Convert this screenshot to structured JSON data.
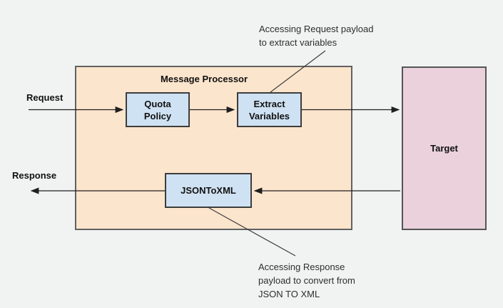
{
  "canvas": {
    "background": "#f1f2f2"
  },
  "colors": {
    "message_processor_fill": "#fce5cd",
    "target_fill": "#ead1dc",
    "policy_fill": "#cfe2f3",
    "box_border": "#4d4d4d",
    "arrow": "#1f1f1f",
    "text": "#111111"
  },
  "flow_labels": {
    "request": "Request",
    "response": "Response"
  },
  "containers": {
    "message_processor": {
      "title": "Message Processor"
    },
    "target": {
      "label": "Target"
    }
  },
  "policies": {
    "quota": {
      "lines": [
        "Quota",
        "Policy"
      ]
    },
    "extract_variables": {
      "lines": [
        "Extract",
        "Variables"
      ]
    },
    "json_to_xml": {
      "label": "JSONToXML"
    }
  },
  "annotations": {
    "request_payload": {
      "lines": [
        "Accessing Request payload",
        "to extract variables"
      ]
    },
    "response_payload": {
      "lines": [
        "Accessing Response",
        "payload to convert from",
        "JSON TO XML"
      ]
    }
  }
}
